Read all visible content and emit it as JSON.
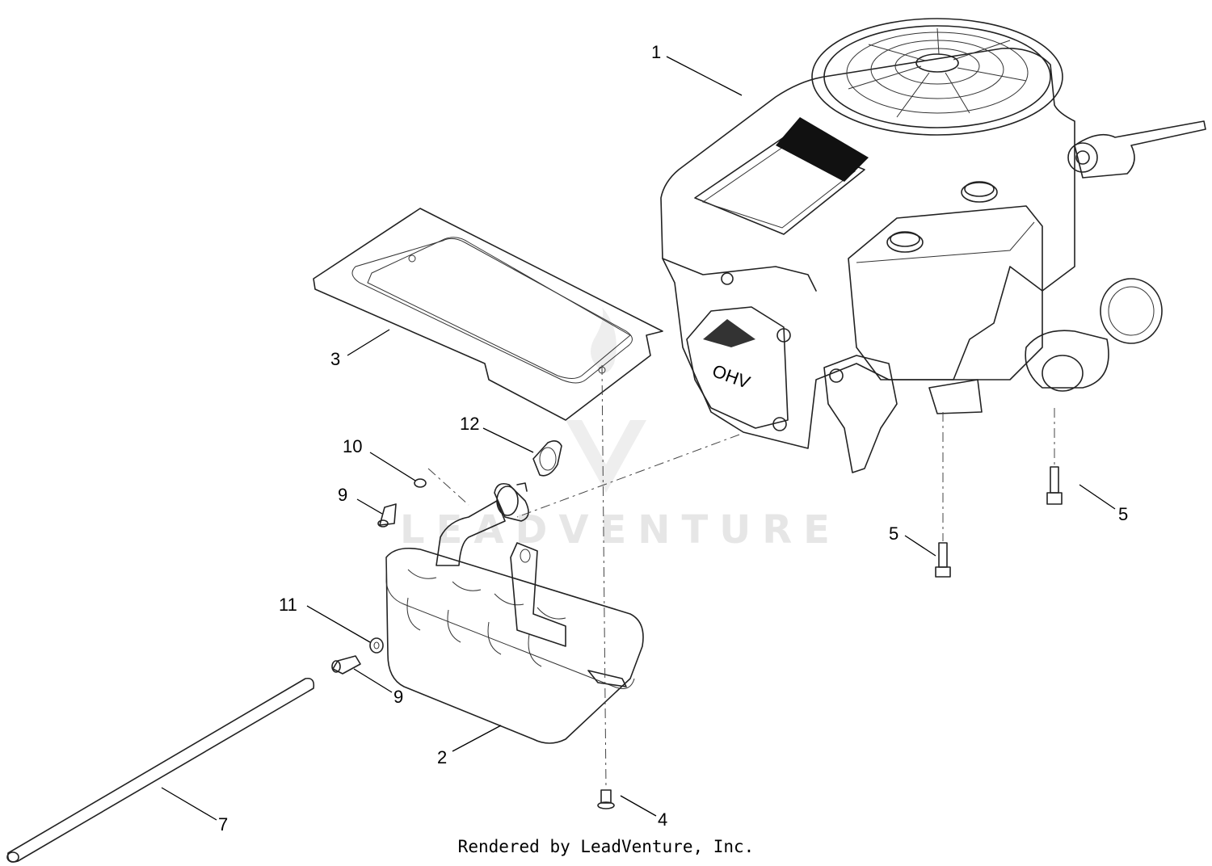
{
  "watermark": "LEADVENTURE",
  "footer": "Rendered by LeadVenture, Inc.",
  "callouts": {
    "c1": "1",
    "c2": "2",
    "c3": "3",
    "c4": "4",
    "c5a": "5",
    "c5b": "5",
    "c7": "7",
    "c9a": "9",
    "c9b": "9",
    "c10": "10",
    "c11": "11",
    "c12": "12"
  },
  "engine_label": "OHV"
}
